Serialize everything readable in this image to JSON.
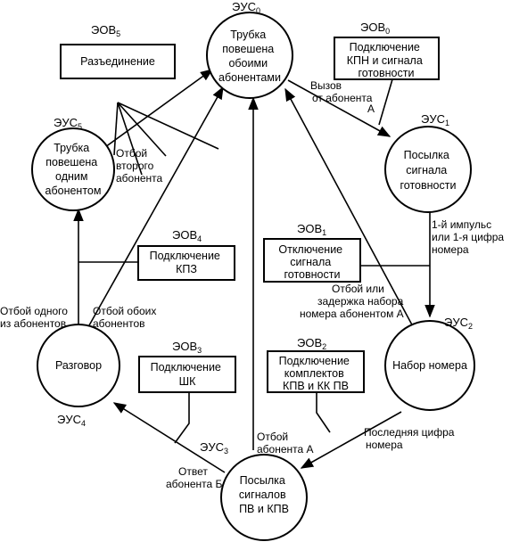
{
  "states": {
    "s0": {
      "label": "ЭУС",
      "sub": "0",
      "lines": [
        "Трубка",
        "повешена",
        "обоими",
        "абонентами"
      ]
    },
    "s1": {
      "label": "ЭУС",
      "sub": "1",
      "lines": [
        "Посылка",
        "сигнала",
        "готовности"
      ]
    },
    "s2": {
      "label": "ЭУС",
      "sub": "2",
      "lines": [
        "Набор номера"
      ]
    },
    "s3": {
      "label": "ЭУС",
      "sub": "3",
      "lines": [
        "Посылка",
        "сигналов",
        "ПВ и КПВ"
      ]
    },
    "s4": {
      "label": "ЭУС",
      "sub": "4",
      "lines": [
        "Разговор"
      ]
    },
    "s5": {
      "label": "ЭУС",
      "sub": "5",
      "lines": [
        "Трубка",
        "повешена",
        "одним",
        "абонентом"
      ]
    }
  },
  "events": {
    "e0": {
      "label": "ЭОВ",
      "sub": "0",
      "lines": [
        "Подключение",
        "КПН и сигнала",
        "готовности"
      ]
    },
    "e1": {
      "label": "ЭОВ",
      "sub": "1",
      "lines": [
        "Отключение",
        "сигнала",
        "готовности"
      ]
    },
    "e2": {
      "label": "ЭОВ",
      "sub": "2",
      "lines": [
        "Подключение",
        "комплектов",
        "КПВ и КК ПВ"
      ]
    },
    "e3": {
      "label": "ЭОВ",
      "sub": "3",
      "lines": [
        "Подключение",
        "ШК"
      ]
    },
    "e4": {
      "label": "ЭОВ",
      "sub": "4",
      "lines": [
        "Подключение",
        "КПЗ"
      ]
    },
    "e5": {
      "label": "ЭОВ",
      "sub": "5",
      "lines": [
        "Разъединение"
      ]
    }
  },
  "transitions": {
    "t_call": [
      "Вызов",
      "от абонента",
      "А"
    ],
    "t_first_digit": [
      "1-й импульс",
      "или 1-я цифра",
      "номера"
    ],
    "t_hangup_delay": [
      "Отбой или",
      "задержка набора",
      "номера абонентом А"
    ],
    "t_last_digit": [
      "Последняя цифра",
      "номера"
    ],
    "t_hangup_a": [
      "Отбой",
      "абонента А"
    ],
    "t_answer_b": [
      "Ответ",
      "абонента Б"
    ],
    "t_hangup_one": [
      "Отбой одного",
      "из абонентов"
    ],
    "t_hangup_both": [
      "Отбой обоих",
      "абонентов"
    ],
    "t_hangup_second": [
      "Отбой",
      "второго",
      "абонента"
    ]
  }
}
